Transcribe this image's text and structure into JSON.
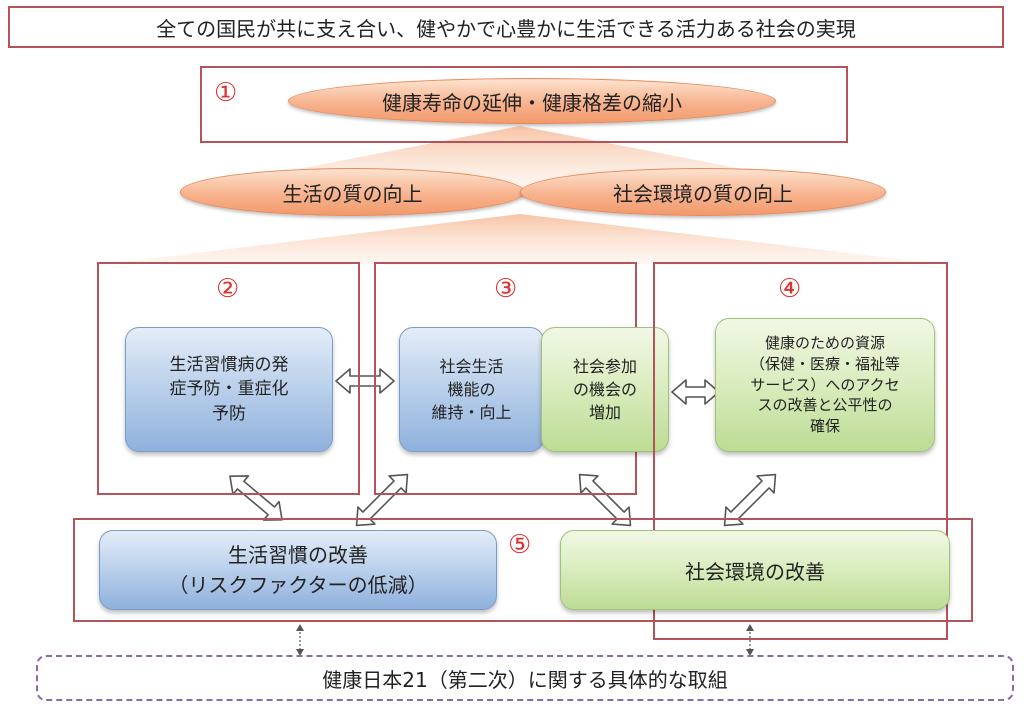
{
  "vision": "全ての国民が共に支え合い、健やかで心豊かに生活できる活力ある社会の実現",
  "section1": {
    "number": "①",
    "goal": "健康寿命の延伸・健康格差の縮小",
    "quality_life": "生活の質の向上",
    "quality_society": "社会環境の質の向上"
  },
  "section2": {
    "number": "②",
    "box_line1": "生活習慣病の発",
    "box_line2": "症予防・重症化",
    "box_line3": "予防"
  },
  "section3": {
    "number": "③",
    "left_line1": "社会生活",
    "left_line2": "機能の",
    "left_line3": "維持・向上",
    "right_line1": "社会参加",
    "right_line2": "の機会の",
    "right_line3": "増加"
  },
  "section4": {
    "number": "④",
    "line1": "健康のための資源",
    "line2": "（保健・医療・福祉等",
    "line3": "サービス）へのアクセ",
    "line4": "スの改善と公平性の",
    "line5": "確保"
  },
  "section5": {
    "number": "⑤",
    "lifestyle_line1": "生活習慣の改善",
    "lifestyle_line2": "（リスクファクターの低減）",
    "environment": "社会環境の改善"
  },
  "footer": "健康日本21（第二次）に関する具体的な取組",
  "colors": {
    "frame": "#b5525a",
    "number": "#e03030",
    "oval": "#f7b38e",
    "blue_box": "#b9cfea",
    "green_box": "#d9ecbd",
    "footer_border": "#8a6aa8"
  }
}
